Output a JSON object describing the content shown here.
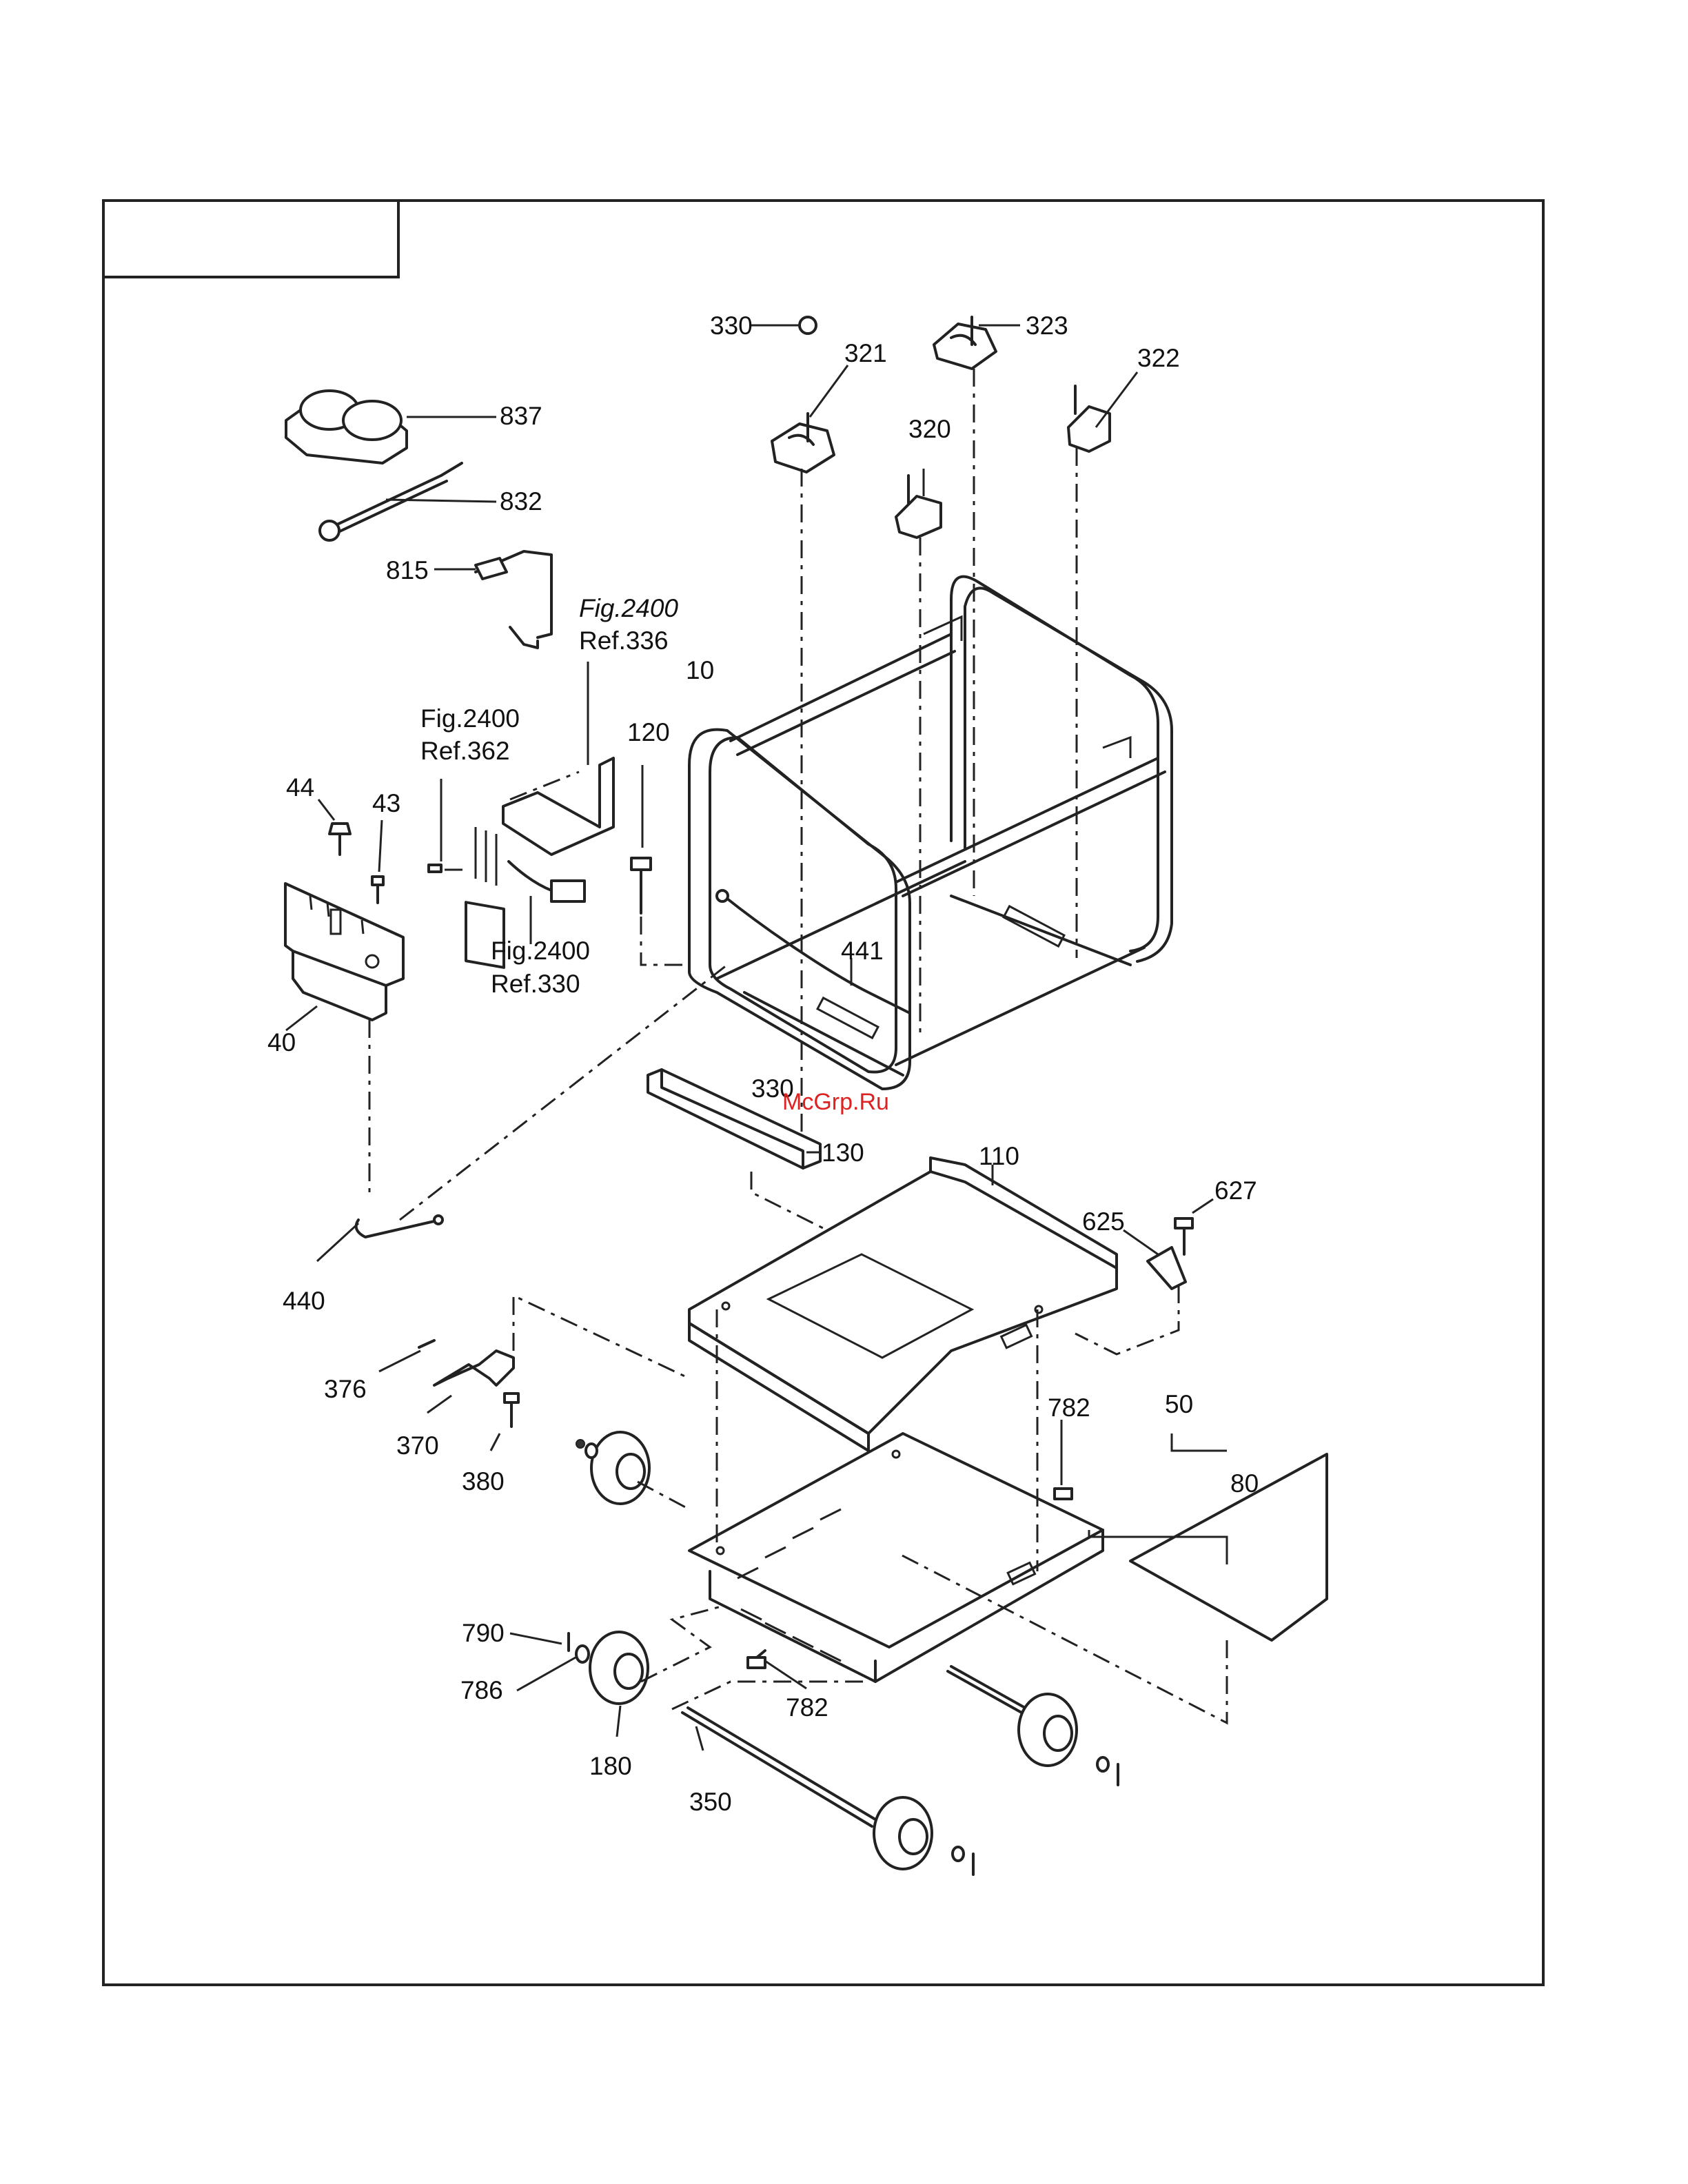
{
  "watermark": "McGrp.Ru",
  "labels": {
    "p837": "837",
    "p832": "832",
    "p815": "815",
    "p330a": "330",
    "p321": "321",
    "p323": "323",
    "p322": "322",
    "p320": "320",
    "fig_a1": "Fig.2400",
    "fig_a2": "Ref.336",
    "fig_b1": "Fig.2400",
    "fig_b2": "Ref.362",
    "fig_c1": "Fig.2400",
    "fig_c2": "Ref.330",
    "p10": "10",
    "p120": "120",
    "p44": "44",
    "p43": "43",
    "p40": "40",
    "p441": "441",
    "p330b": "330",
    "p130": "130",
    "p110": "110",
    "p627": "627",
    "p625": "625",
    "p440": "440",
    "p376": "376",
    "p370": "370",
    "p380": "380",
    "p782a": "782",
    "p50": "50",
    "p80": "80",
    "p790": "790",
    "p786": "786",
    "p782b": "782",
    "p180": "180",
    "p350": "350"
  }
}
